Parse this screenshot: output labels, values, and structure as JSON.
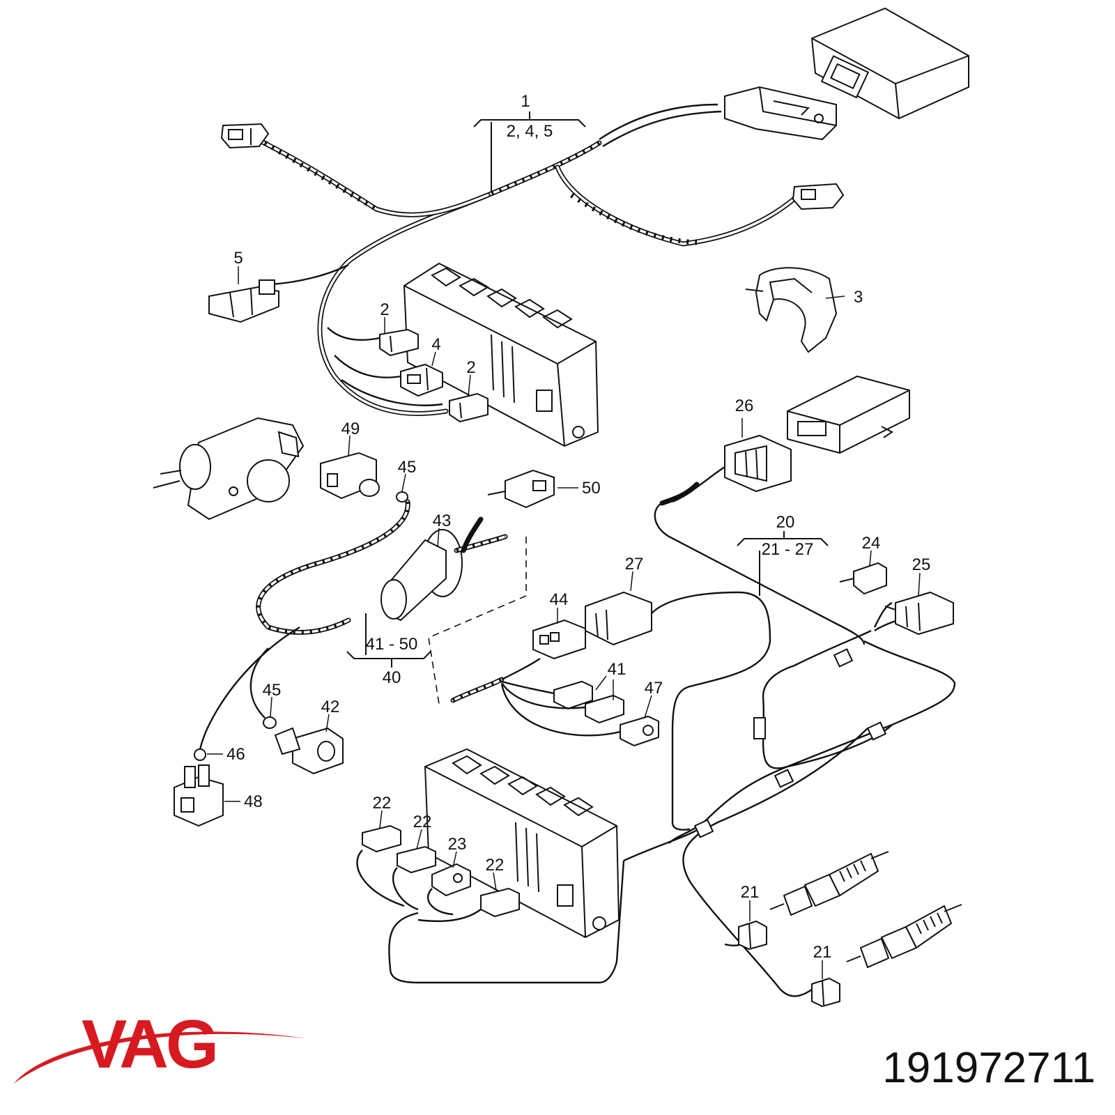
{
  "labels": {
    "l1": "1",
    "l1sub": "2, 4, 5",
    "l2a": "2",
    "l2b": "2",
    "l3": "3",
    "l4": "4",
    "l5": "5",
    "l20": "20",
    "l20sub": "21 - 27",
    "l21a": "21",
    "l21b": "21",
    "l22a": "22",
    "l22b": "22",
    "l22c": "22",
    "l23": "23",
    "l24": "24",
    "l25": "25",
    "l26": "26",
    "l27": "27",
    "l40": "40",
    "l40sub": "41 - 50",
    "l41": "41",
    "l42": "42",
    "l43": "43",
    "l44": "44",
    "l45a": "45",
    "l45b": "45",
    "l46": "46",
    "l47": "47",
    "l48": "48",
    "l49": "49",
    "l50": "50"
  },
  "brand": {
    "logo_text": "VAG",
    "part_number": "191972711",
    "logo_color": "#d71920"
  }
}
